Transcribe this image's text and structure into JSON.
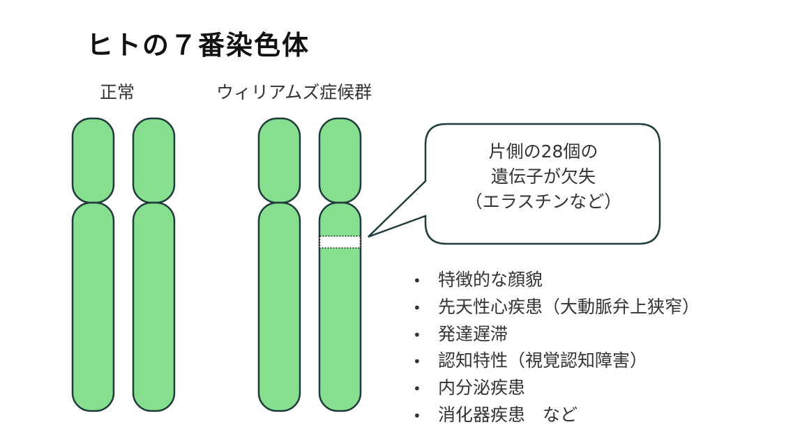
{
  "title": "ヒトの７番染色体",
  "labels": {
    "normal": "正常",
    "williams": "ウィリアムズ症候群"
  },
  "callout": [
    "片側の28個の",
    "遺伝子が欠失",
    "（エラスチンなど）"
  ],
  "symptoms": [
    "特徴的な顔貌",
    "先天性心疾患（大動脈弁上狭窄）",
    "発達遅滞",
    "認知特性（視覚認知障害）",
    "内分泌疾患",
    "消化器疾患　など"
  ],
  "colors": {
    "chromosome": "#86df8f",
    "outline": "#1f3a3a"
  }
}
